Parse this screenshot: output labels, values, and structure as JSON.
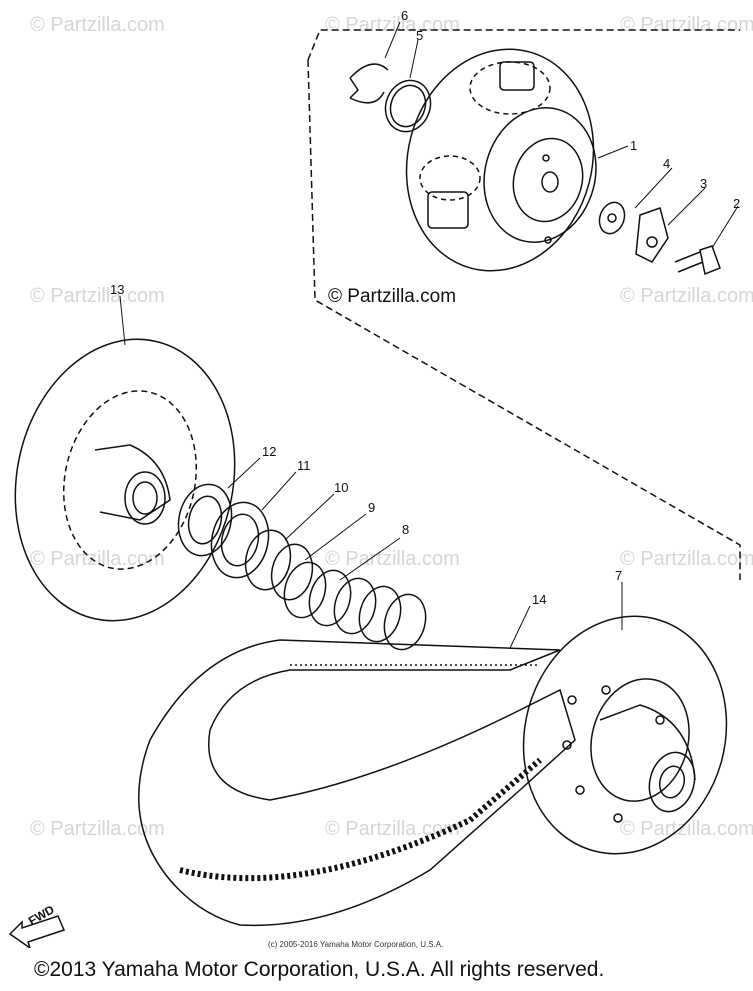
{
  "watermark": {
    "text": "© Partzilla.com"
  },
  "inset_watermark": "© Partzilla.com",
  "callouts": {
    "c1": "1",
    "c2": "2",
    "c3": "3",
    "c4": "4",
    "c5": "5",
    "c6": "6",
    "c7": "7",
    "c8": "8",
    "c9": "9",
    "c10": "10",
    "c11": "11",
    "c12": "12",
    "c13": "13",
    "c14": "14"
  },
  "fwd_label": "FWD",
  "small_copyright": "(c) 2005-2016 Yamaha Motor Corporation, U.S.A.",
  "copyright": "©2013 Yamaha Motor Corporation, U.S.A. All rights reserved."
}
